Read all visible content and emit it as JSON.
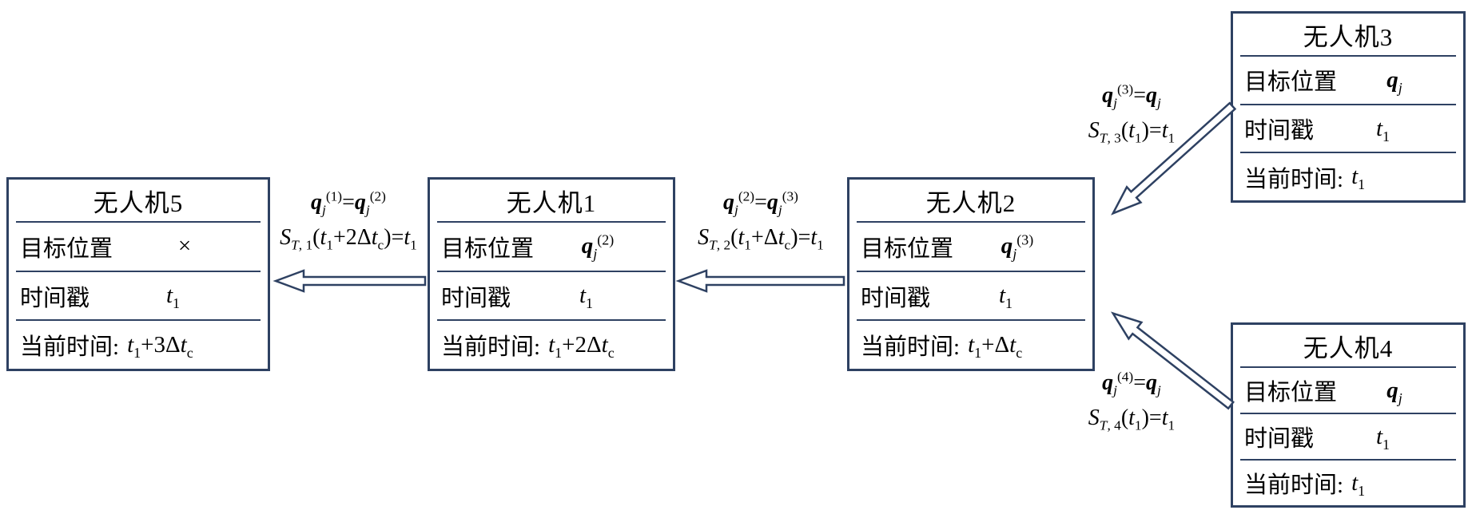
{
  "figure": {
    "line_color": "#2e4162",
    "text_color": "#000000",
    "background": "#ffffff"
  },
  "uavs": [
    {
      "key": "uav5",
      "title": "无人机5",
      "target_label": "目标位置",
      "target_value_html": "×",
      "timestamp_label": "时间戳",
      "timestamp_value_html": "<i>t</i><sub>1</sub>",
      "current_label": "当前时间:",
      "current_value_html": "<i>t</i><sub>1</sub>+3Δ<i>t</i><sub>c</sub>"
    },
    {
      "key": "uav1",
      "title": "无人机1",
      "target_label": "目标位置",
      "target_value_html": "<b><i>q</i></b><sub><i>j</i></sub><sup>(2)</sup>",
      "timestamp_label": "时间戳",
      "timestamp_value_html": "<i>t</i><sub>1</sub>",
      "current_label": "当前时间:",
      "current_value_html": "<i>t</i><sub>1</sub>+2Δ<i>t</i><sub>c</sub>"
    },
    {
      "key": "uav2",
      "title": "无人机2",
      "target_label": "目标位置",
      "target_value_html": "<b><i>q</i></b><sub><i>j</i></sub><sup>(3)</sup>",
      "timestamp_label": "时间戳",
      "timestamp_value_html": "<i>t</i><sub>1</sub>",
      "current_label": "当前时间:",
      "current_value_html": "<i>t</i><sub>1</sub>+Δ<i>t</i><sub>c</sub>"
    },
    {
      "key": "uav3",
      "title": "无人机3",
      "target_label": "目标位置",
      "target_value_html": "<b><i>q</i></b><sub><i>j</i></sub>",
      "timestamp_label": "时间戳",
      "timestamp_value_html": "<i>t</i><sub>1</sub>",
      "current_label": "当前时间:",
      "current_value_html": "<i>t</i><sub>1</sub>"
    },
    {
      "key": "uav4",
      "title": "无人机4",
      "target_label": "目标位置",
      "target_value_html": "<b><i>q</i></b><sub><i>j</i></sub>",
      "timestamp_label": "时间戳",
      "timestamp_value_html": "<i>t</i><sub>1</sub>",
      "current_label": "当前时间:",
      "current_value_html": "<i>t</i><sub>1</sub>"
    }
  ],
  "arrows": [
    {
      "key": "uav3-to-uav2",
      "label_line1_html": "<b><i>q</i></b><sub><i>j</i></sub><sup>(3)</sup>=<b><i>q</i></b><sub><i>j</i></sub>",
      "label_line2_html": "<i>S</i><sub><i>T</i>, 3</sub>(<i>t</i><sub>1</sub>)=<i>t</i><sub>1</sub>"
    },
    {
      "key": "uav4-to-uav2",
      "label_line1_html": "<b><i>q</i></b><sub><i>j</i></sub><sup>(4)</sup>=<b><i>q</i></b><sub><i>j</i></sub>",
      "label_line2_html": "<i>S</i><sub><i>T</i>, 4</sub>(<i>t</i><sub>1</sub>)=<i>t</i><sub>1</sub>"
    },
    {
      "key": "uav2-to-uav1",
      "label_line1_html": "<b><i>q</i></b><sub><i>j</i></sub><sup>(2)</sup>=<b><i>q</i></b><sub><i>j</i></sub><sup>(3)</sup>",
      "label_line2_html": "<i>S</i><sub><i>T</i>, 2</sub>(<i>t</i><sub>1</sub>+Δ<i>t</i><sub>c</sub>)=<i>t</i><sub>1</sub>"
    },
    {
      "key": "uav1-to-uav5",
      "label_line1_html": "<b><i>q</i></b><sub><i>j</i></sub><sup>(1)</sup>=<b><i>q</i></b><sub><i>j</i></sub><sup>(2)</sup>",
      "label_line2_html": "<i>S</i><sub><i>T</i>, 1</sub>(<i>t</i><sub>1</sub>+2Δ<i>t</i><sub>c</sub>)=<i>t</i><sub>1</sub>"
    }
  ]
}
